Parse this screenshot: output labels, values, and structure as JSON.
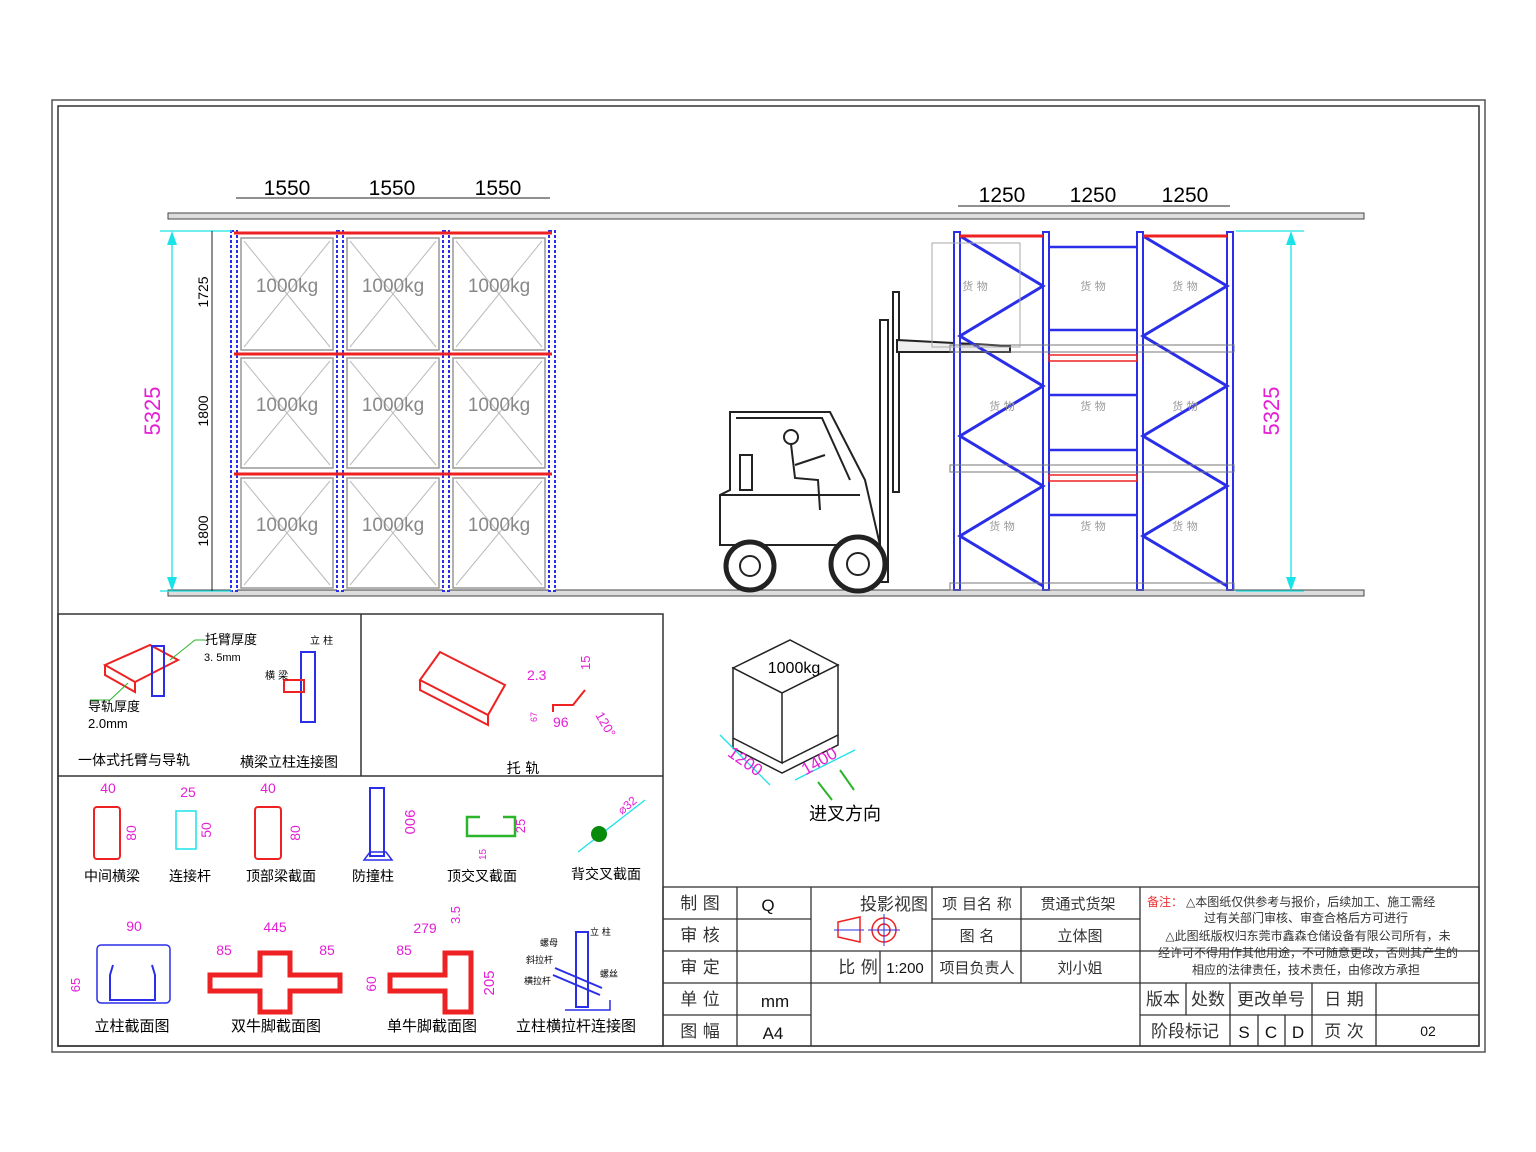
{
  "colors": {
    "rack_blue": "#2a2ee8",
    "beam_red": "#ee2222",
    "dimension_cyan": "#19e3e8",
    "dimension_magenta": "#e41fd6",
    "leader_green": "#2bb52b"
  },
  "front_view": {
    "bay_widths": [
      "1550",
      "1550",
      "1550"
    ],
    "total_height": "5325",
    "level_heights": [
      "1725",
      "1800",
      "1800"
    ],
    "load_labels": [
      "1000kg",
      "1000kg",
      "1000kg",
      "1000kg",
      "1000kg",
      "1000kg",
      "1000kg",
      "1000kg",
      "1000kg"
    ]
  },
  "side_view": {
    "bay_widths": [
      "1250",
      "1250",
      "1250"
    ],
    "total_height": "5325",
    "goods_labels": [
      "货 物",
      "货 物",
      "货 物",
      "货 物",
      "货 物",
      "货 物",
      "货 物",
      "货 物",
      "货 物"
    ]
  },
  "pallet": {
    "load": "1000kg",
    "width": "1200",
    "depth": "1400",
    "direction_label": "进叉方向"
  },
  "details": {
    "arm_rail": {
      "arm_thickness_label": "托臂厚度",
      "arm_thickness": "3. 5mm",
      "rail_thickness_label": "导轨厚度",
      "rail_thickness": "2.0mm",
      "title": "一体式托臂与导轨"
    },
    "beam_column": {
      "column": "立 柱",
      "beam": "横 梁",
      "title": "横梁立柱连接图"
    },
    "rail": {
      "title": "托 轨",
      "dims": [
        "2.3",
        "15",
        "67",
        "96",
        "120°"
      ]
    },
    "sections": [
      {
        "title": "中间横梁",
        "dims": [
          "40",
          "80"
        ]
      },
      {
        "title": "连接杆",
        "dims": [
          "25",
          "50"
        ]
      },
      {
        "title": "顶部梁截面",
        "dims": [
          "40",
          "80"
        ]
      },
      {
        "title": "防撞柱",
        "dims": [
          "900"
        ]
      },
      {
        "title": "顶交叉截面",
        "dims": [
          "25",
          "15"
        ]
      },
      {
        "title": "背交叉截面",
        "dims": [
          "⌀32"
        ]
      }
    ],
    "column_section": {
      "title": "立柱截面图",
      "dims": [
        "90",
        "65"
      ]
    },
    "double_foot": {
      "title": "双牛脚截面图",
      "dims": [
        "445",
        "85",
        "85"
      ]
    },
    "single_foot": {
      "title": "单牛脚截面图",
      "dims": [
        "279",
        "85",
        "3.5",
        "60",
        "205"
      ]
    },
    "tie_connection": {
      "title": "立柱横拉杆连接图",
      "labels": [
        "螺母",
        "斜拉杆",
        "横拉杆",
        "立 柱",
        "螺丝"
      ]
    }
  },
  "title_block": {
    "rows": [
      {
        "label": "制 图",
        "value": "Q"
      },
      {
        "label": "审 核",
        "value": ""
      },
      {
        "label": "审 定",
        "value": ""
      },
      {
        "label": "单 位",
        "value": "mm"
      },
      {
        "label": "图 幅",
        "value": "A4"
      }
    ],
    "projection_label": "投影视图",
    "scale_label": "比 例",
    "scale_value": "1:200",
    "project_name_label": "项 目名 称",
    "project_name": "贯通式货架",
    "drawing_name_label": "图 名",
    "drawing_name": "立体图",
    "manager_label": "项目负责人",
    "manager": "刘小姐",
    "notes_title": "备注：",
    "notes_lines": [
      "△本图纸仅供参考与报价，后续加工、施工需经",
      "过有关部门审核、审查合格后方可进行",
      "△此图纸版权归东莞市鑫森仓储设备有限公司所有，未",
      "经许可不得用作其他用途，不可随意更改，否则其产生的",
      "相应的法律责任，技术责任，由修改方承担"
    ],
    "revision_headers": [
      "版本",
      "处数",
      "更改单号",
      "日 期"
    ],
    "stage_label": "阶段标记",
    "stages": [
      "S",
      "C",
      "D"
    ],
    "page_label": "页 次",
    "page_value": "02"
  }
}
